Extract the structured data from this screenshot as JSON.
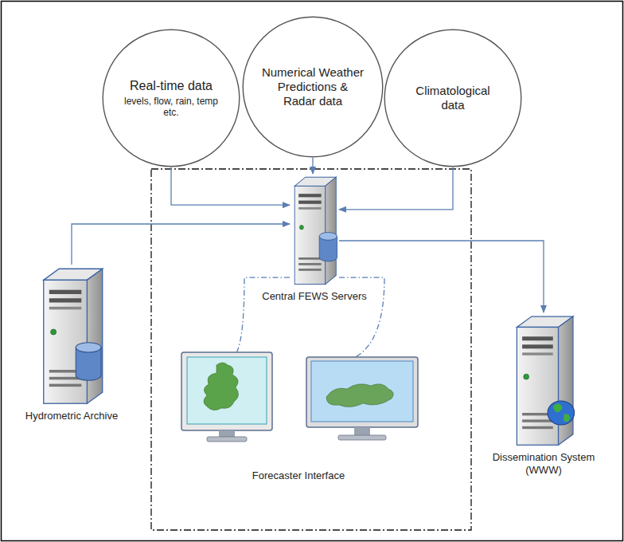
{
  "diagram": {
    "nodes": [
      {
        "text": [
          "Real-time data",
          "levels, flow, rain, temp etc."
        ]
      },
      {
        "text": [
          "Numerical Weather Predictions & Radar data"
        ]
      },
      {
        "text": [
          "Climatological data"
        ]
      },
      {
        "text": [
          "Central FEWS Servers"
        ]
      },
      {
        "text": [
          "Hydrometric Archive"
        ]
      },
      {
        "text": [
          "Dissemination System (WWW)"
        ]
      },
      {
        "text": [
          "Forecaster Interface"
        ]
      }
    ],
    "edges": [
      {
        "from": 0,
        "to": 3,
        "arrow": "to"
      },
      {
        "from": 1,
        "to": 3,
        "arrow": "to"
      },
      {
        "from": 2,
        "to": 3,
        "arrow": "to"
      },
      {
        "from": 4,
        "to": 3,
        "arrow": "to"
      },
      {
        "from": 3,
        "to": 5,
        "arrow": "to"
      },
      {
        "from": 3,
        "to": 6,
        "arrow": "none"
      },
      {
        "from": 3,
        "to": 6,
        "arrow": "none"
      }
    ]
  }
}
